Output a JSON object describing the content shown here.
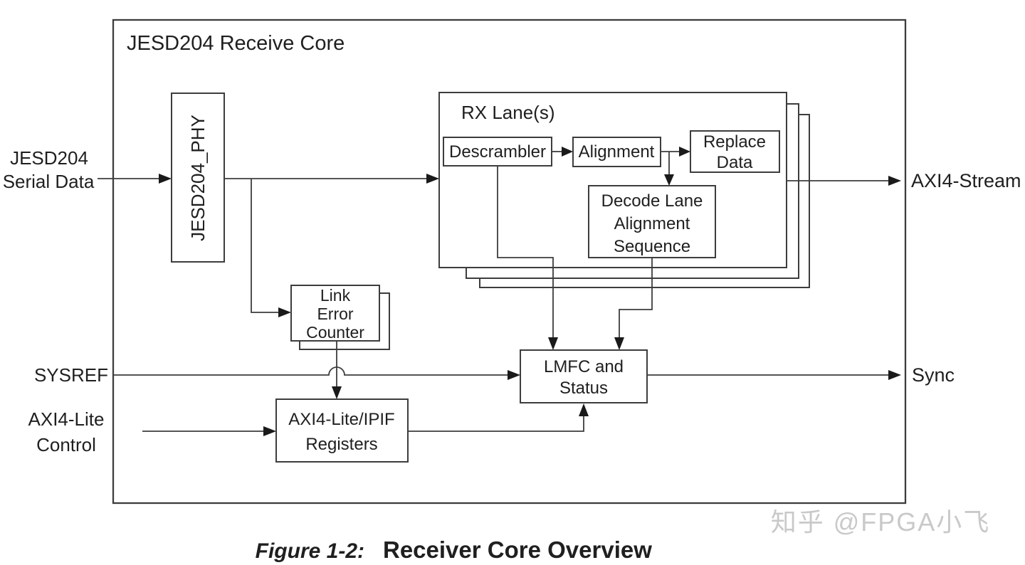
{
  "diagram": {
    "title": "JESD204 Receive Core",
    "inputs": {
      "serial_data": {
        "line1": "JESD204",
        "line2": "Serial Data"
      },
      "sysref": "SYSREF",
      "axi4_lite": {
        "line1": "AXI4-Lite",
        "line2": "Control"
      }
    },
    "outputs": {
      "axi4_stream": "AXI4-Stream",
      "sync": "Sync"
    },
    "blocks": {
      "phy": "JESD204_PHY",
      "rx_lane": "RX Lane(s)",
      "descrambler": "Descrambler",
      "alignment": "Alignment",
      "replace_data": {
        "line1": "Replace",
        "line2": "Data"
      },
      "decode_lane": {
        "line1": "Decode Lane",
        "line2": "Alignment",
        "line3": "Sequence"
      },
      "link_error_counter": {
        "line1": "Link",
        "line2": "Error",
        "line3": "Counter"
      },
      "lmfc": {
        "line1": "LMFC and",
        "line2": "Status"
      },
      "registers": {
        "line1": "AXI4-Lite/IPIF",
        "line2": "Registers"
      }
    },
    "caption": {
      "figure_label": "Figure 1-2:",
      "caption_text": "Receiver Core Overview"
    },
    "watermark": "知乎 @FPGA小飞",
    "colors": {
      "line": "#3d3d3d",
      "text": "#1f1f1f",
      "watermark": "#c9c9c9",
      "background": "#ffffff"
    }
  }
}
